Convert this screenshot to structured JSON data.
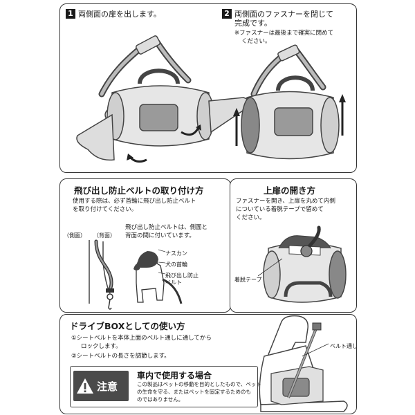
{
  "top": {
    "step1": {
      "num": "1",
      "text": "両側面の扉を出します。"
    },
    "step2": {
      "num": "2",
      "text_line1": "両側面のファスナーを閉じて",
      "text_line2": "完成です。",
      "note_line1": "※ファスナーは最後まで確実に閉めて",
      "note_line2": "ください。"
    }
  },
  "belt": {
    "title": "飛び出し防止ベルトの取り付け方",
    "desc_line1": "使用する際は、必ず首輪に飛び出し防止ベルト",
    "desc_line2": "を取り付けてください。",
    "label_side": "（側面）",
    "label_back": "（背面）",
    "note_line1": "飛び出し防止ベルトは、側面と",
    "note_line2": "背面の間に付いています。",
    "label_nasukan": "ナスカン",
    "label_collar": "犬の首輪",
    "label_belt_line1": "飛び出し防止",
    "label_belt_line2": "ベルト"
  },
  "upper_door": {
    "title": "上扉の開き方",
    "desc_line1": "ファスナーを開き、上扉を丸めて内側",
    "desc_line2": "についている着脱テープで留めて",
    "desc_line3": "ください。",
    "label_tape": "着脱テープ"
  },
  "drive": {
    "title": "ドライブBOXとしての使い方",
    "step1_line1": "①シートベルトを本体上面のベルト通しに通してから",
    "step1_line2": "ロックします。",
    "step2": "②シートベルトの長さを調節します。",
    "label_belt_loop": "ベルト通し",
    "caution_word": "注意",
    "caution_title": "車内で使用する場合",
    "caution_line1": "この製品はペットの移動を目的としたもので、ペット",
    "caution_line2": "の生命を守る、またはペットを固定するためのも",
    "caution_line3": "のではありません。"
  }
}
